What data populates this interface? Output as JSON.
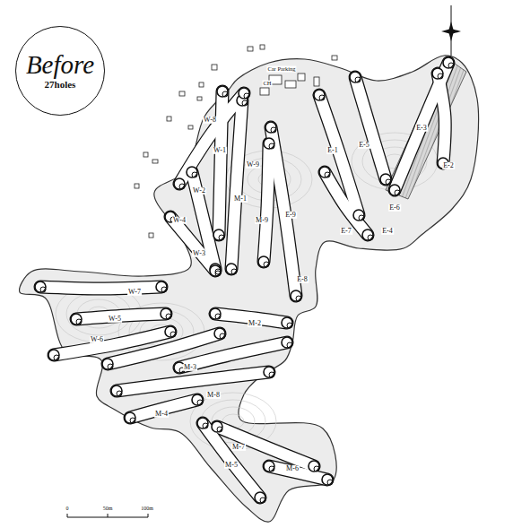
{
  "diagram": {
    "nodes": [
      {
        "text": [
          "Before",
          "27holes"
        ]
      }
    ],
    "labels": [
      "W-1",
      "W-2",
      "W-3",
      "W-4",
      "W-5",
      "W-6",
      "W-7",
      "W-8",
      "W-9",
      "M-1",
      "M-2",
      "M-3",
      "M-4",
      "M-5",
      "M-6",
      "M-7",
      "M-8",
      "M-9",
      "E-1",
      "E-2",
      "E-3",
      "E-4",
      "E-5",
      "E-6",
      "E-7",
      "E-8",
      "E-9",
      "Car Parking",
      "CH",
      "0",
      "50m",
      "100m"
    ]
  }
}
